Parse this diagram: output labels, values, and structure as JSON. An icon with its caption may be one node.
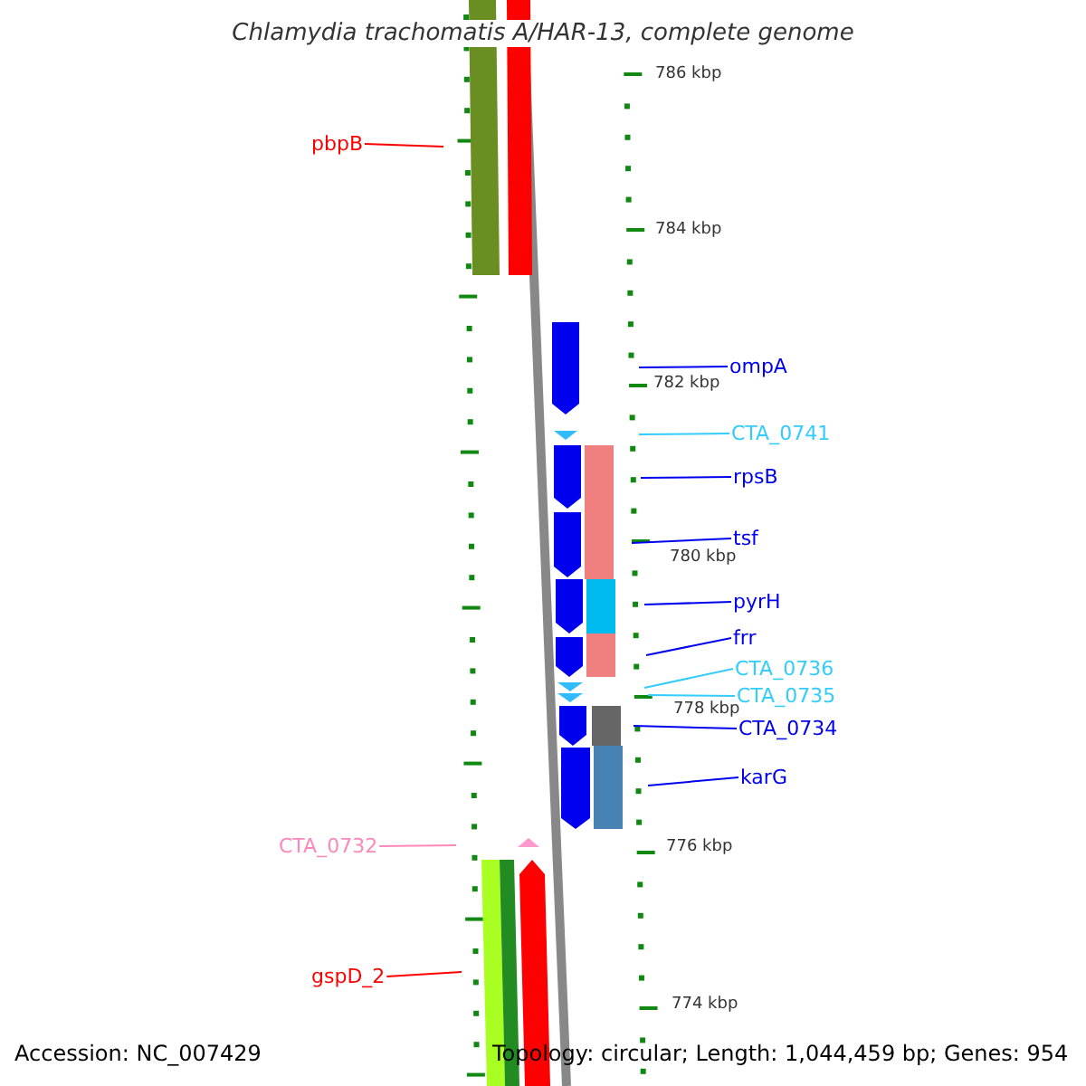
{
  "diagram": {
    "title": "Chlamydia trachomatis A/HAR-13, complete genome",
    "nodes": [
      {
        "text": [
          "pbpB"
        ]
      },
      {
        "text": [
          "ompA"
        ]
      },
      {
        "text": [
          "CTA_0741"
        ]
      },
      {
        "text": [
          "rpsB"
        ]
      },
      {
        "text": [
          "tsf"
        ]
      },
      {
        "text": [
          "pyrH"
        ]
      },
      {
        "text": [
          "frr"
        ]
      },
      {
        "text": [
          "CTA_0736"
        ]
      },
      {
        "text": [
          "CTA_0735"
        ]
      },
      {
        "text": [
          "CTA_0734"
        ]
      },
      {
        "text": [
          "karG"
        ]
      },
      {
        "text": [
          "CTA_0732"
        ]
      },
      {
        "text": [
          "gspD_2"
        ]
      }
    ],
    "edges": [
      {
        "from": 0,
        "to": null,
        "arrow": "none",
        "color": "#ff0000"
      },
      {
        "from": 1,
        "to": null,
        "arrow": "none",
        "color": "#0000ee"
      },
      {
        "from": 2,
        "to": null,
        "arrow": "none",
        "color": "#33ccff"
      },
      {
        "from": 3,
        "to": null,
        "arrow": "none",
        "color": "#0000ee"
      },
      {
        "from": 4,
        "to": null,
        "arrow": "none",
        "color": "#0000ee"
      },
      {
        "from": 5,
        "to": null,
        "arrow": "none",
        "color": "#0000ee"
      },
      {
        "from": 6,
        "to": null,
        "arrow": "none",
        "color": "#0000ee"
      },
      {
        "from": 7,
        "to": null,
        "arrow": "none",
        "color": "#33ccff"
      },
      {
        "from": 8,
        "to": null,
        "arrow": "none",
        "color": "#33ccff"
      },
      {
        "from": 9,
        "to": null,
        "arrow": "none",
        "color": "#0000ee"
      },
      {
        "from": 10,
        "to": null,
        "arrow": "none",
        "color": "#0000ee"
      },
      {
        "from": 11,
        "to": null,
        "arrow": "none",
        "color": "#ff88bb"
      },
      {
        "from": 12,
        "to": null,
        "arrow": "none",
        "color": "#ff0000"
      }
    ],
    "labels": [
      "786 kbp",
      "784 kbp",
      "782 kbp",
      "780 kbp",
      "778 kbp",
      "776 kbp",
      "774 kbp",
      "Accession: NC_007429",
      "Topology: circular; Length: 1,044,459 bp; Genes: 954"
    ]
  }
}
